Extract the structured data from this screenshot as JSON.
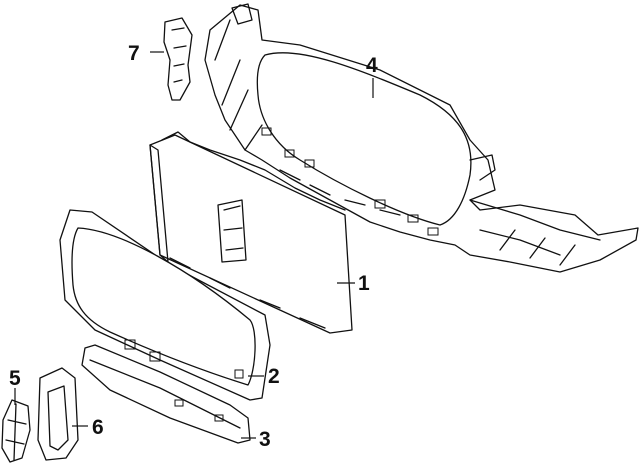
{
  "callouts": {
    "p1": "1",
    "p2": "2",
    "p3": "3",
    "p4": "4",
    "p5": "5",
    "p6": "6",
    "p7": "7"
  }
}
